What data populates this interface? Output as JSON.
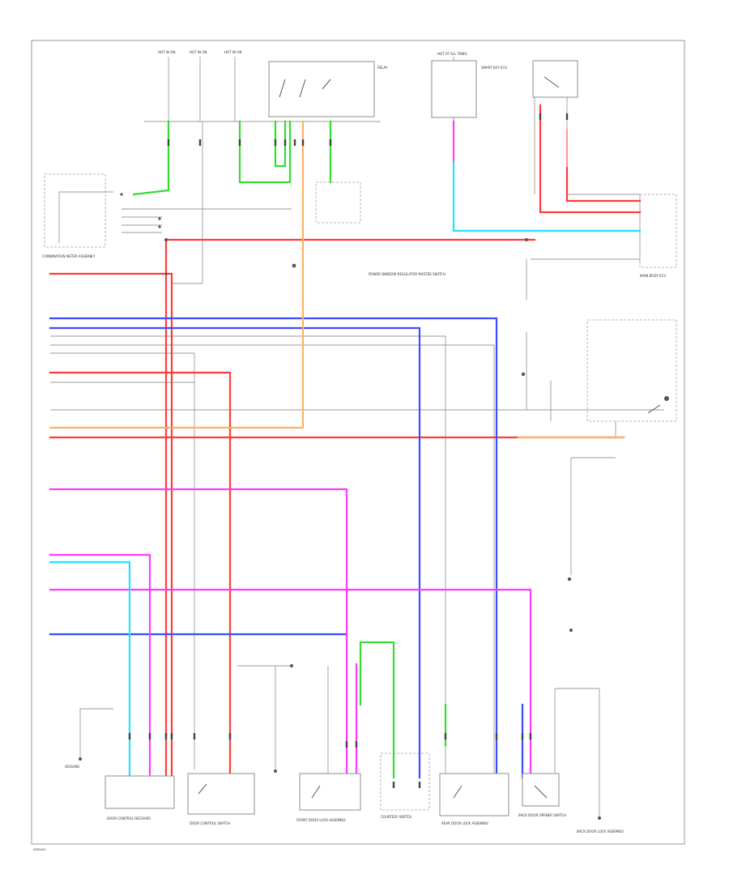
{
  "diagram": {
    "page_code": "W3654X4",
    "wire_colors": {
      "green": "#33dd33",
      "red": "#ff3b3b",
      "blue": "#3b4dff",
      "cyan": "#22e0ff",
      "magenta": "#ff3bff",
      "orange": "#ffb060",
      "gray": "#a8a8a8",
      "dark": "#555555",
      "frame": "#9a9a9a"
    },
    "labels": {
      "fuse_hot_in_on_1": "HOT IN ON",
      "fuse_hot_in_on_2": "HOT IN ON",
      "fuse_hot_in_on_3": "HOT IN ON",
      "relay_top": "RELAY",
      "hot_at_all_times": "HOT AT ALL TIMES",
      "combination_meter": "COMBINATION METER ASSEMBLY",
      "body_ecu": "MAIN BODY ECU",
      "power_window_switch": "POWER WINDOW REGULATOR MASTER SWITCH",
      "door_control_receiver": "DOOR CONTROL RECEIVER",
      "door_control_switch": "DOOR CONTROL SWITCH",
      "front_door_lock": "FRONT DOOR LOCK ASSEMBLY",
      "courtesy_switch": "COURTESY SWITCH",
      "rear_door_lock": "REAR DOOR LOCK ASSEMBLY",
      "back_door_opener": "BACK DOOR OPENER SWITCH",
      "back_door_lock": "BACK DOOR LOCK ASSEMBLY",
      "ground": "GROUND",
      "smart_key": "SMART KEY ECU"
    }
  }
}
